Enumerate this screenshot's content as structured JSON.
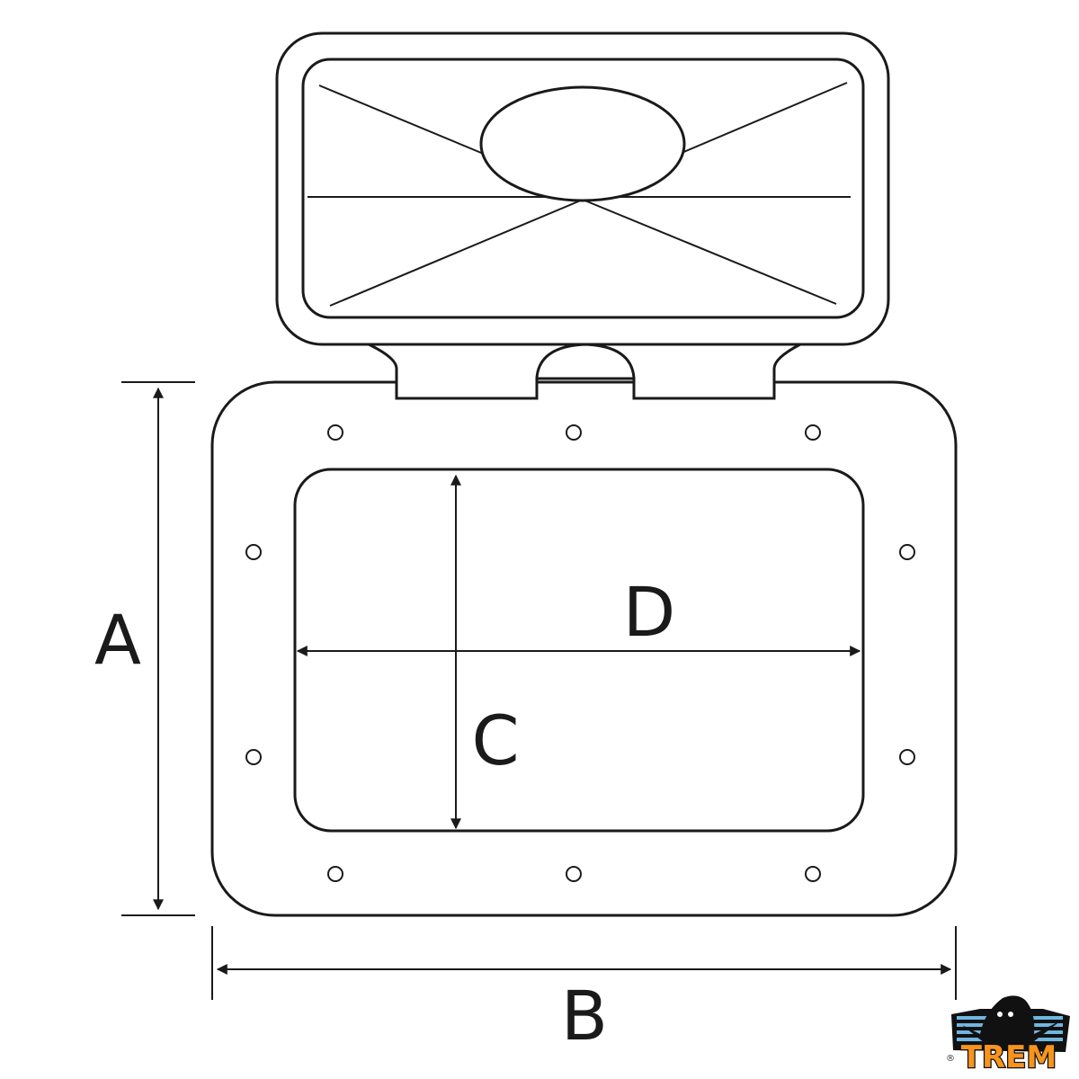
{
  "diagram": {
    "dimensions": {
      "A": "A",
      "B": "B",
      "C": "C",
      "D": "D"
    }
  },
  "logo": {
    "text": "TREM",
    "registered_mark": "®",
    "colors": {
      "text": "#f7941d",
      "stripes": "#6fb7e0",
      "body": "#111111"
    }
  },
  "colors": {
    "line": "#1a1a1a",
    "background": "#ffffff"
  }
}
